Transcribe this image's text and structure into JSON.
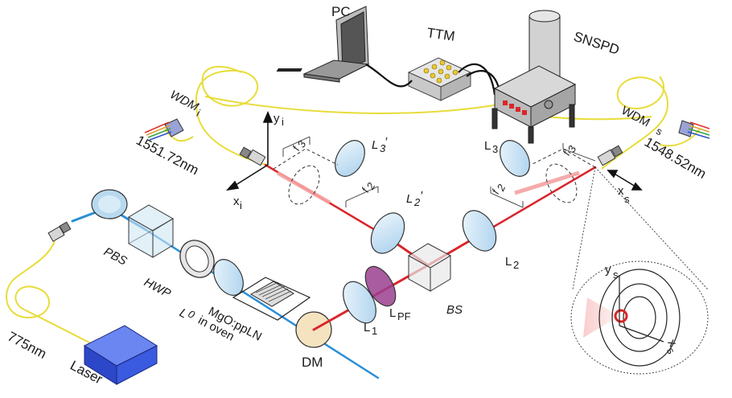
{
  "labels": {
    "pc": "PC",
    "ttm": "TTM",
    "snspd": "SNSPD",
    "wdm_i": "WDM",
    "wdm_i_sub": "i",
    "wdm_s": "WDM",
    "wdm_s_sub": "s",
    "wl_idler": "1551.72nm",
    "wl_signal": "1548.52nm",
    "wl_pump": "775nm",
    "laser": "Laser",
    "pbs": "PBS",
    "hwp": "HWP",
    "l0": "L",
    "l0_sub": "0",
    "crystal_line1": "MgO:ppLN",
    "crystal_line2": "in oven",
    "dm": "DM",
    "l1": "L",
    "l1_sub": "1",
    "lpf": "L",
    "lpf_sub": "PF",
    "bs": "BS",
    "l2": "L",
    "l2_sub": "2",
    "l2p": "L",
    "l2p_sub": "2",
    "l2p_prime": "′",
    "l3": "L",
    "l3_sub": "3",
    "l3p": "L",
    "l3p_sub": "3",
    "l3p_prime": "′",
    "yi": "y",
    "yi_sub": "i",
    "xi": "x",
    "xi_sub": "i",
    "xs": "x",
    "xs_sub": "s",
    "ys_zoom": "y",
    "ys_zoom_sub": "s",
    "xs_zoom": "x",
    "xs_zoom_sub": "s",
    "f3_i": "f",
    "f3_i_sub": "3",
    "f2_i": "f",
    "f2_i_sub": "2",
    "f2_s": "f",
    "f2_s_sub": "2",
    "f3_s": "f",
    "f3_s_sub": "3"
  },
  "colors": {
    "fiber": "#e8dc3a",
    "pump_beam": "#2a8fd6",
    "red_beam": "#d9262b",
    "red_faint": "#f5a3a3",
    "laser_box": "#3a5be0",
    "lens": "#cfe6f7",
    "lpf": "#9a3f8f",
    "dm": "#f5e3c0",
    "snspd_red": "#d9262b"
  }
}
